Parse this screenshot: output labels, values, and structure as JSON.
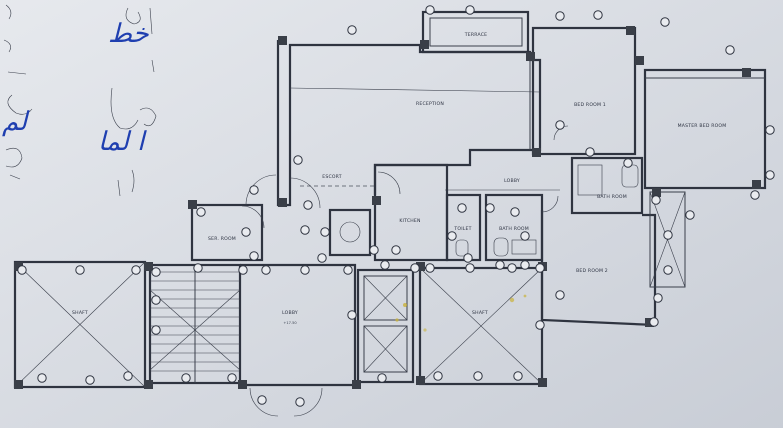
{
  "rooms": {
    "terrace": "TERRACE",
    "reception": "RECEPTION",
    "bedroom1": "BED ROOM 1",
    "master_bedroom": "MASTER BED ROOM",
    "escort": "ESCORT",
    "lobby_small": "LOBBY",
    "kitchen": "KITCHEN",
    "toilet": "TOILET",
    "bathroom": "BATH ROOM",
    "bath_room_2": "BATH ROOM",
    "service_room": "SER. ROOM",
    "bedroom2": "BED ROOM 2",
    "shaft_left": "SHAFT",
    "shaft_right": "SHAFT",
    "lobby_main": "LOBBY",
    "lobby_level": "+17.50"
  },
  "handwriting": {
    "line1": "خط",
    "line2": "ا لما",
    "line3": "لم"
  },
  "colors": {
    "paper": "#d9dde4",
    "ink": "#2f3440",
    "pen": "#1f3fb0",
    "stain": "#c9b23a"
  }
}
